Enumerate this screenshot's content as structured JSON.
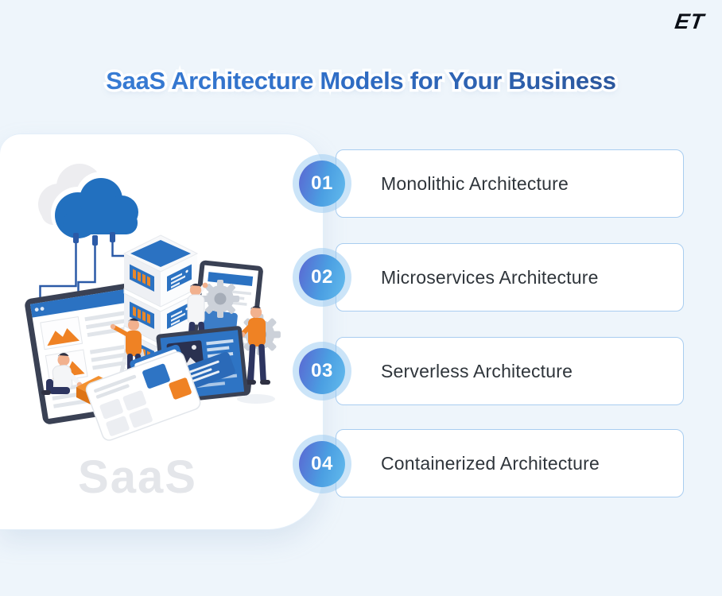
{
  "logo": {
    "text": "ET"
  },
  "title": {
    "text": "SaaS Architecture Models for Your Business"
  },
  "panel": {
    "watermark": "SaaS"
  },
  "items": [
    {
      "number": "01",
      "label": "Monolithic Architecture"
    },
    {
      "number": "02",
      "label": "Microservices Architecture"
    },
    {
      "number": "03",
      "label": "Serverless Architecture"
    },
    {
      "number": "04",
      "label": "Containerized Architecture"
    }
  ],
  "colors": {
    "background": "#eef5fb",
    "title_gradient_from": "#3b82da",
    "title_gradient_to": "#2b4f8e",
    "card_border": "#a9cdf0",
    "badge_gradient_from": "#5b66d2",
    "badge_gradient_to": "#63bbed",
    "illustration_blue": "#2b72c2",
    "illustration_orange": "#ef8224",
    "illustration_navy": "#2d3560"
  }
}
